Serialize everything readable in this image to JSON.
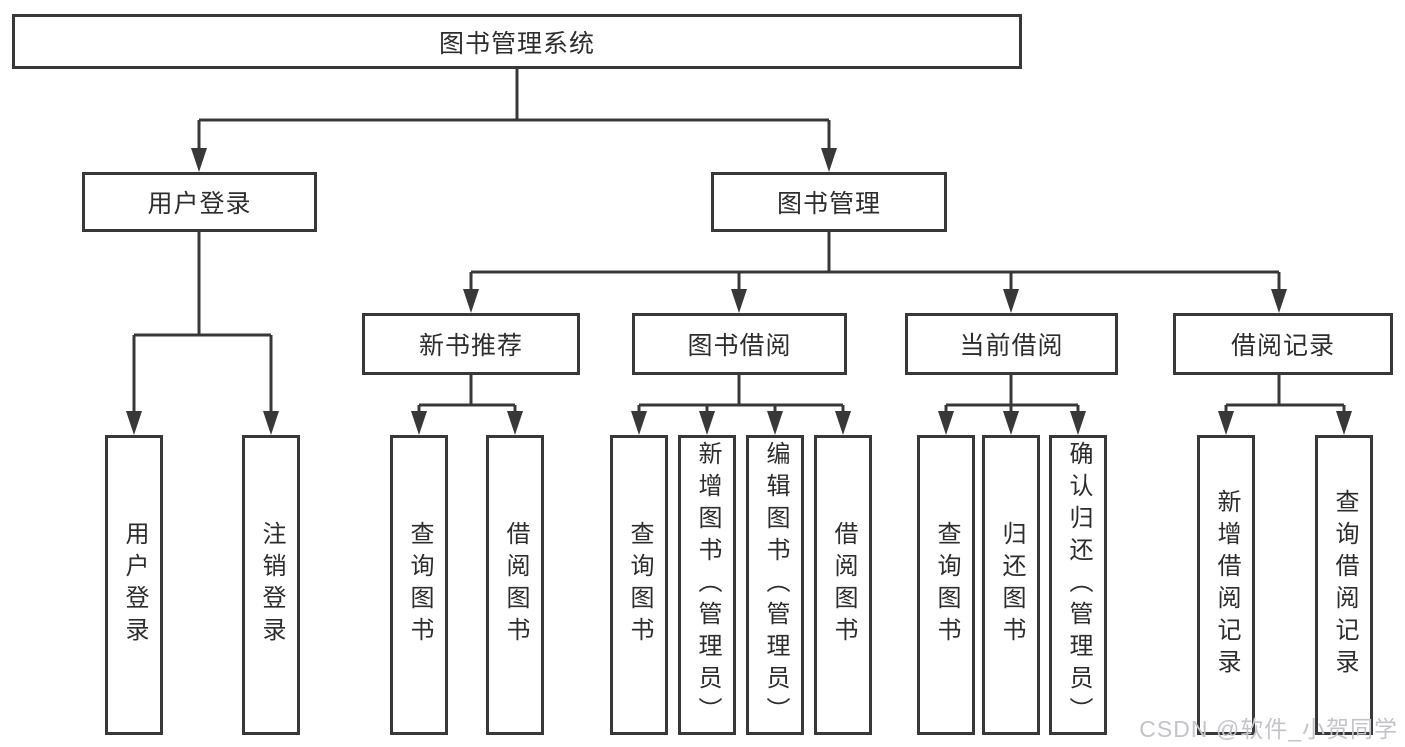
{
  "diagram": {
    "root": "图书管理系统",
    "level2": {
      "user_login": "用户登录",
      "book_mgmt": "图书管理"
    },
    "level3": {
      "new_books": "新书推荐",
      "borrowing": "图书借阅",
      "current": "当前借阅",
      "records": "借阅记录"
    },
    "leaves": {
      "user_login": [
        "用户登录",
        "注销登录"
      ],
      "new_books": [
        "查询图书",
        "借阅图书"
      ],
      "borrowing": [
        "查询图书",
        "新增图书（管理员）",
        "编辑图书（管理员）",
        "借阅图书"
      ],
      "current": [
        "查询图书",
        "归还图书",
        "确认归还（管理员）"
      ],
      "records": [
        "新增借阅记录",
        "查询借阅记录"
      ]
    }
  },
  "watermark": {
    "text": "CSDN @软件_小贺同学",
    "color": "#c3c3c9"
  },
  "colors": {
    "line": "#383838",
    "text": "#2d2d2d",
    "background": "#ffffff"
  }
}
